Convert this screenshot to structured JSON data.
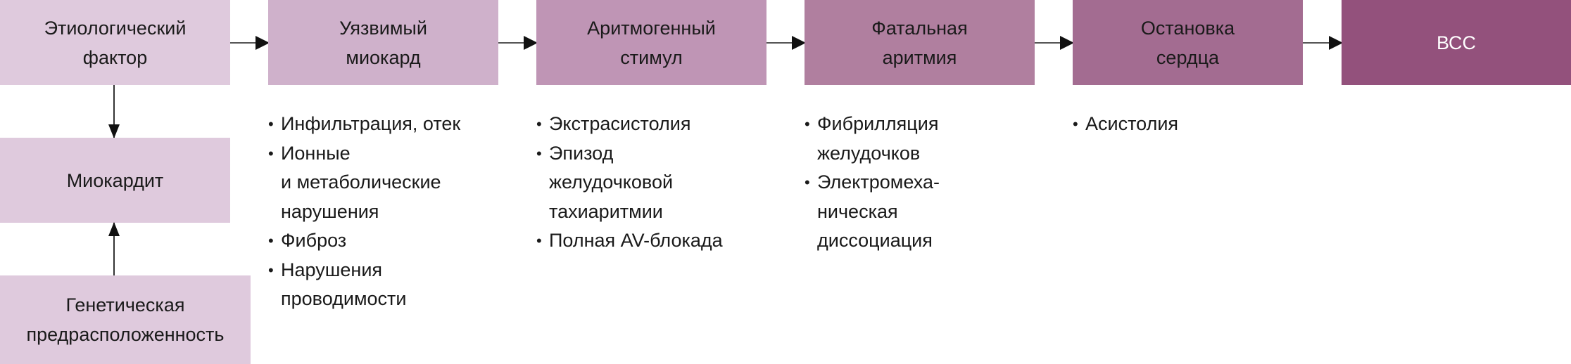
{
  "steps": [
    {
      "label": "Этиологический\nфактор",
      "color": "#dfcadd"
    },
    {
      "label": "Уязвимый\nмиокард",
      "color": "#cfb1cb"
    },
    {
      "label": "Аритмогенный\nстимул",
      "color": "#bf95b5"
    },
    {
      "label": "Фатальная\nаритмия",
      "color": "#b07f9f"
    },
    {
      "label": "Остановка\nсердца",
      "color": "#a36c91"
    },
    {
      "label": "ВСС",
      "color": "#93517c"
    }
  ],
  "side": {
    "myocarditis": "Миокардит",
    "genetic": "Генетическая\nпредрасположенность"
  },
  "details": {
    "vulnerable": [
      "Инфильтрация, отек",
      "Ионные\nи метаболические\nнарушения",
      "Фиброз",
      "Нарушения\nпроводимости"
    ],
    "stimulus": [
      "Экстрасистолия",
      "Эпизод\nжелудочковой\nтахиаритмии",
      "Полная AV-блокада"
    ],
    "fatal": [
      "Фибрилляция\nжелудочков",
      "Электромеха-\nническая\nдиссоциация"
    ],
    "arrest": [
      "Асистолия"
    ]
  }
}
